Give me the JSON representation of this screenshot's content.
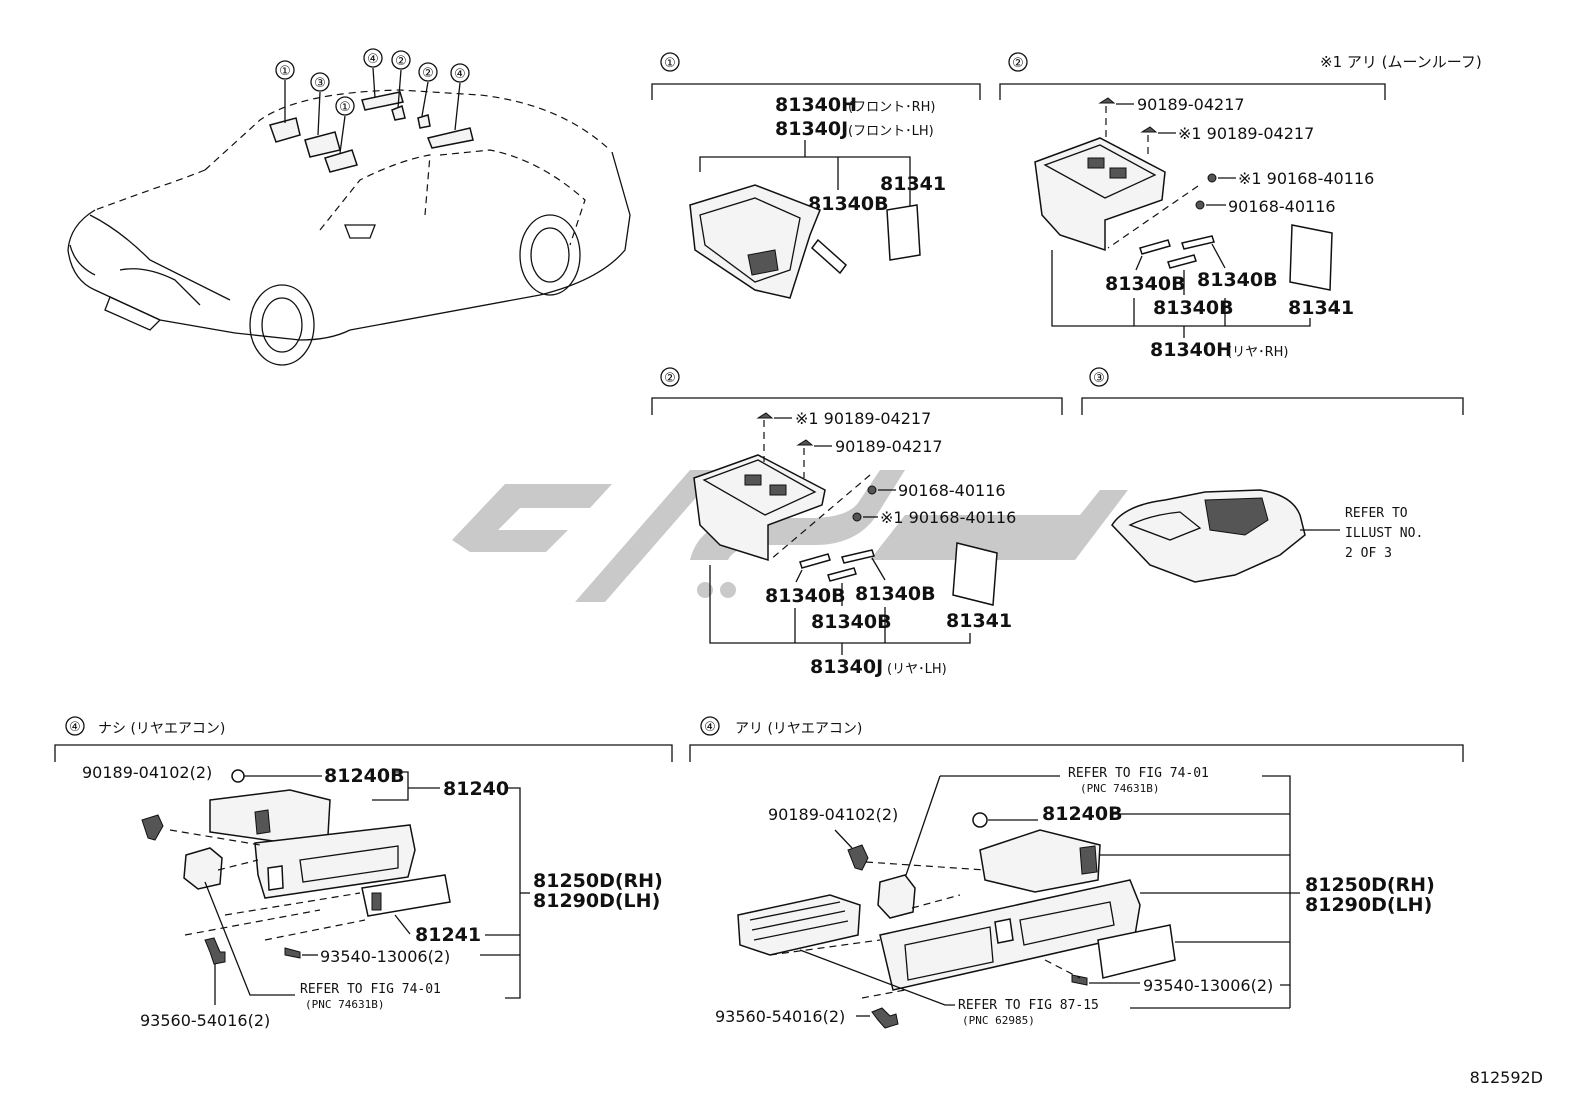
{
  "diagram_id": "812592D",
  "note_moonroof": "※1 アリ (ムーンルーフ)",
  "car_markers": [
    "①",
    "③",
    "①",
    "④",
    "②",
    "②",
    "④"
  ],
  "sec1": {
    "num": "①",
    "label_h": "81340H",
    "label_h_jp": "(フロント･RH)",
    "label_j": "81340J",
    "label_j_jp": "(フロント･LH)",
    "bulb": "81340B",
    "lens": "81341"
  },
  "sec2a": {
    "num": "②",
    "clip1": "90189-04217",
    "clip2": "※1 90189-04217",
    "screw1": "※1 90168-40116",
    "screw2": "90168-40116",
    "bulb_l": "81340B",
    "bulb_r": "81340B",
    "bulb_c": "81340B",
    "lens": "81341",
    "assy": "81340H",
    "assy_jp": "(リヤ･RH)"
  },
  "sec2b": {
    "num": "②",
    "clip1": "※1 90189-04217",
    "clip2": "90189-04217",
    "screw1": "90168-40116",
    "screw2": "※1 90168-40116",
    "bulb_l": "81340B",
    "bulb_r": "81340B",
    "bulb_c": "81340B",
    "lens": "81341",
    "assy": "81340J",
    "assy_jp": "(リヤ･LH)"
  },
  "sec3": {
    "num": "③",
    "refer_1": "REFER TO",
    "refer_2": "ILLUST NO.",
    "refer_3": "2 OF 3"
  },
  "sec4a": {
    "num": "④",
    "title": "ナシ (リヤエアコン)",
    "clip": "90189-04102(2)",
    "bulb": "81240B",
    "assy": "81240",
    "lamp_rh": "81250D(RH)",
    "lamp_lh": "81290D(LH)",
    "lens": "81241",
    "screw": "93540-13006(2)",
    "refer_1": "REFER TO FIG 74-01",
    "refer_2": "(PNC 74631B)",
    "bolt": "93560-54016(2)"
  },
  "sec4b": {
    "num": "④",
    "title": "アリ (リヤエアコン)",
    "refer_top_1": "REFER TO FIG 74-01",
    "refer_top_2": "(PNC 74631B)",
    "clip": "90189-04102(2)",
    "bulb": "81240B",
    "lamp_rh": "81250D(RH)",
    "lamp_lh": "81290D(LH)",
    "screw": "93540-13006(2)",
    "bolt": "93560-54016(2)",
    "refer_bot_1": "REFER TO FIG 87-15",
    "refer_bot_2": "(PNC 62985)"
  }
}
